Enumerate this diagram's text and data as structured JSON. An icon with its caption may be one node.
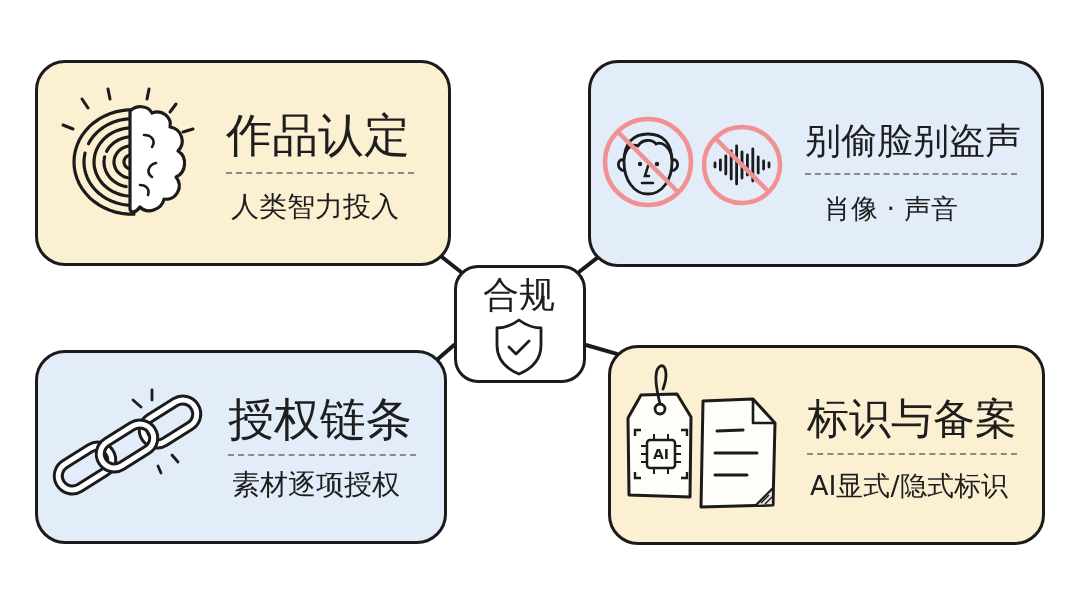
{
  "diagram": {
    "nodes": [
      {
        "text": [
          "作品认定",
          "人类智力投入"
        ]
      },
      {
        "text": [
          "别偷脸别盗声",
          "肖像 · 声音"
        ]
      },
      {
        "text": [
          "合规"
        ]
      },
      {
        "text": [
          "授权链条",
          "素材逐项授权"
        ]
      },
      {
        "text": [
          "标识与备案",
          "AI显式/隐式标识"
        ]
      }
    ],
    "edges": [
      {
        "from": 2,
        "to": 0,
        "arrow": "none"
      },
      {
        "from": 2,
        "to": 1,
        "arrow": "none"
      },
      {
        "from": 2,
        "to": 3,
        "arrow": "none"
      },
      {
        "from": 2,
        "to": 4,
        "arrow": "none"
      }
    ],
    "labels": [
      "AI"
    ]
  }
}
